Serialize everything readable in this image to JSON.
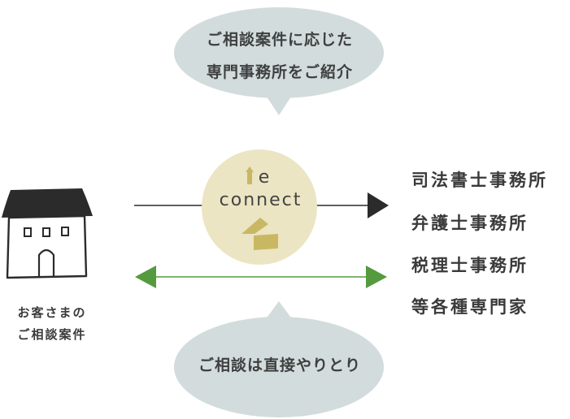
{
  "bubbles": {
    "top": {
      "line1": "ご相談案件に応じた",
      "line2": "専門事務所をご紹介"
    },
    "bottom": {
      "text": "ご相談は直接やりとり"
    }
  },
  "customer": {
    "line1": "お客さまの",
    "line2": "ご相談案件"
  },
  "logo": {
    "line1": "e",
    "line2": "connect"
  },
  "offices": [
    "司法書士事務所",
    "弁護士事務所",
    "税理士事務所",
    "等各種専門家"
  ],
  "icons": {
    "customer": "house-icon",
    "logo_mark": "arrow-up-icon",
    "logo_shape": "wedge-shape-icon"
  },
  "colors": {
    "bubble": "#d2dcdc",
    "logo_circle": "#ebe5c3",
    "logo_gold": "#c9b863",
    "arrow_dark": "#2b2b2b",
    "arrow_green": "#559a3f",
    "text": "#3a3a3a"
  }
}
